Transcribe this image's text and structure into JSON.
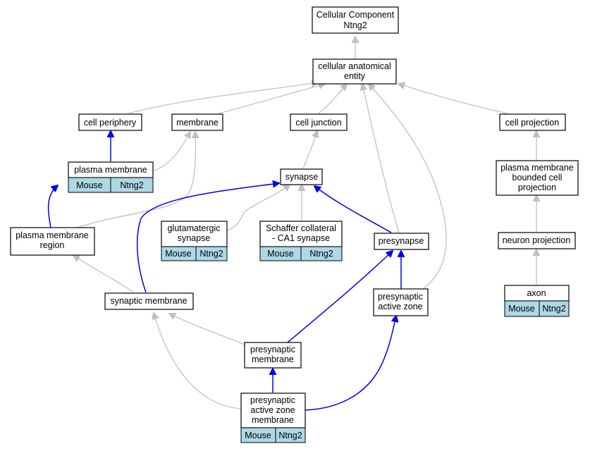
{
  "colors": {
    "edge_is_a": "#c0c0c0",
    "edge_part_of": "#0000ee",
    "annotation_cell": "#add8e6"
  },
  "nodes": {
    "root": {
      "lines": [
        "Cellular Component",
        "Ntng2"
      ]
    },
    "cae": {
      "lines": [
        "cellular anatomical",
        "entity"
      ]
    },
    "cell_periphery": {
      "lines": [
        "cell periphery"
      ]
    },
    "membrane": {
      "lines": [
        "membrane"
      ]
    },
    "cell_junction": {
      "lines": [
        "cell junction"
      ]
    },
    "cell_projection": {
      "lines": [
        "cell projection"
      ]
    },
    "plasma_membrane": {
      "lines": [
        "plasma membrane"
      ],
      "annotation": [
        "Mouse",
        "Ntng2"
      ]
    },
    "synapse": {
      "lines": [
        "synapse"
      ]
    },
    "pm_bounded_projection": {
      "lines": [
        "plasma membrane",
        "bounded cell",
        "projection"
      ]
    },
    "pm_region": {
      "lines": [
        "plasma membrane",
        "region"
      ]
    },
    "glutamatergic_synapse": {
      "lines": [
        "glutamatergic",
        "synapse"
      ],
      "annotation": [
        "Mouse",
        "Ntng2"
      ]
    },
    "schaffer": {
      "lines": [
        "Schaffer collateral",
        "- CA1 synapse"
      ],
      "annotation": [
        "Mouse",
        "Ntng2"
      ]
    },
    "presynapse": {
      "lines": [
        "presynapse"
      ]
    },
    "neuron_projection": {
      "lines": [
        "neuron projection"
      ]
    },
    "axon": {
      "lines": [
        "axon"
      ],
      "annotation": [
        "Mouse",
        "Ntng2"
      ]
    },
    "synaptic_membrane": {
      "lines": [
        "synaptic membrane"
      ]
    },
    "presynaptic_active_zone": {
      "lines": [
        "presynaptic",
        "active zone"
      ]
    },
    "presynaptic_membrane": {
      "lines": [
        "presynaptic",
        "membrane"
      ]
    },
    "paz_membrane": {
      "lines": [
        "presynaptic",
        "active zone",
        "membrane"
      ],
      "annotation": [
        "Mouse",
        "Ntng2"
      ]
    }
  }
}
